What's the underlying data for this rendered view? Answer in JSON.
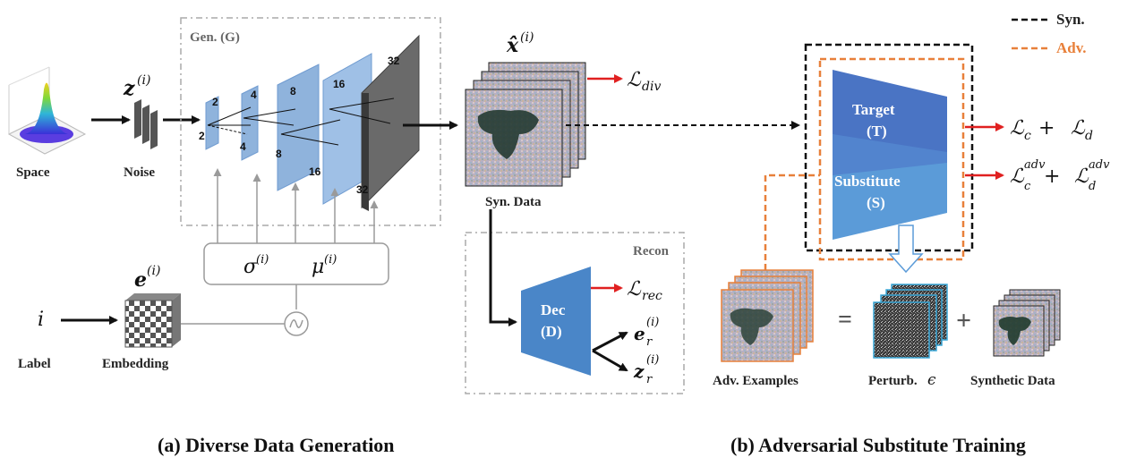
{
  "legend": {
    "syn_label": "Syn.",
    "adv_label": "Adv.",
    "syn_color": "#111111",
    "adv_color": "#e8803a"
  },
  "left": {
    "space_label": "Space",
    "noise_label": "Noise",
    "noise_symbol": "z",
    "noise_sup": "(i)",
    "gen_box_title": "Gen. (G)",
    "layer_sizes": [
      "2",
      "4",
      "8",
      "16",
      "32"
    ],
    "sigma_symbol": "σ",
    "sigma_sup": "(i)",
    "mu_symbol": "μ",
    "mu_sup": "(i)",
    "embedding_symbol": "e",
    "embedding_sup": "(i)",
    "label_symbol": "i",
    "label_text": "Label",
    "embedding_text": "Embedding",
    "syn_symbol": "x̂",
    "syn_sup": "(i)",
    "syn_data_label": "Syn. Data",
    "loss_div": "ℒ",
    "loss_div_sub": "div",
    "recon_box_title": "Recon",
    "loss_rec": "ℒ",
    "loss_rec_sub": "rec",
    "dec_label": "Dec",
    "dec_short": "(D)",
    "er_symbol": "e",
    "er_sub": "r",
    "er_sup": "(i)",
    "zr_symbol": "z",
    "zr_sub": "r",
    "zr_sup": "(i)",
    "caption": "(a) Diverse Data Generation"
  },
  "right": {
    "target_label": "Target",
    "target_short": "(T)",
    "substitute_label": "Substitute",
    "substitute_short": "(S)",
    "loss_cd": "ℒ",
    "loss_c_sub": "c",
    "loss_plus": " + ",
    "loss_d_sub": "d",
    "loss_adv_sup": "adv",
    "adv_examples_label": "Adv. Examples",
    "perturb_label": "Perturb.",
    "perturb_symbol": "ϵ",
    "synthetic_label": "Synthetic Data",
    "equals": "=",
    "plus": "+",
    "caption": "(b) Adversarial Substitute Training"
  },
  "colors": {
    "dec_blue": "#4a86c8",
    "target_blue": "#4a74c4",
    "substitute_blue": "#5b9bd8",
    "red_arrow": "#e02020",
    "layer_blue": "#8fb3dc",
    "dark_layer": "#6a6a6a"
  }
}
